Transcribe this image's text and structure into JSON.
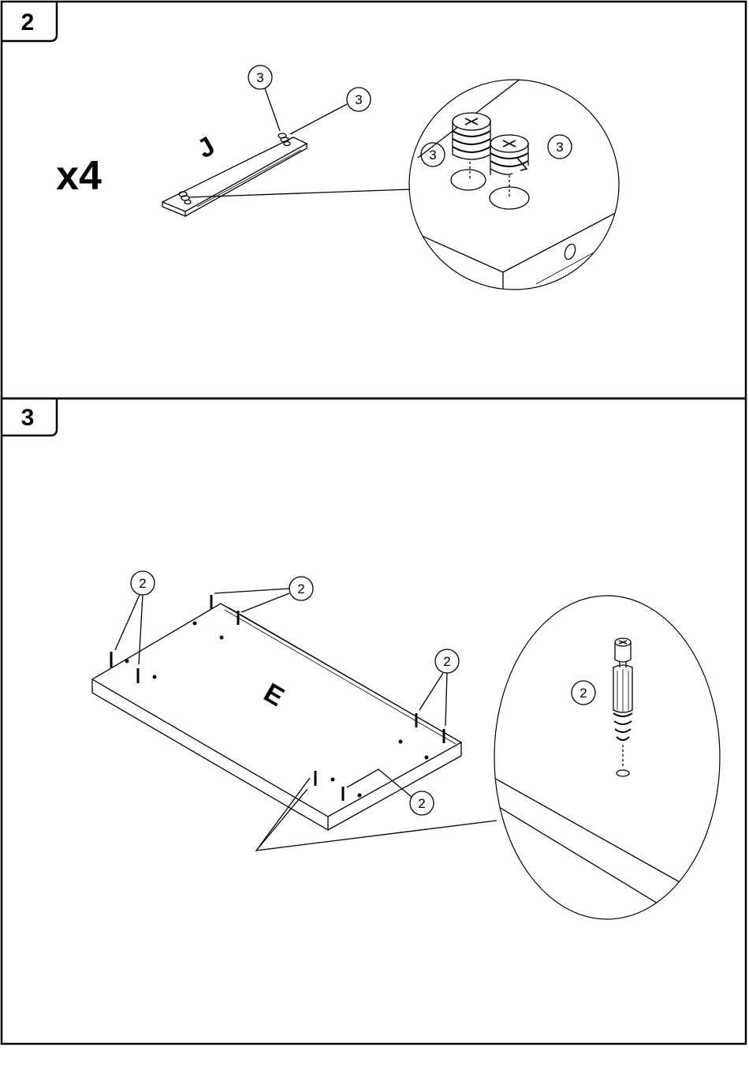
{
  "step2": {
    "number": "2",
    "quantity": "x4",
    "part_letter": "J",
    "callouts": [
      "3",
      "3",
      "3",
      "3"
    ]
  },
  "step3": {
    "number": "3",
    "part_letter": "E",
    "callouts": [
      "2",
      "2",
      "2",
      "2",
      "2"
    ]
  }
}
